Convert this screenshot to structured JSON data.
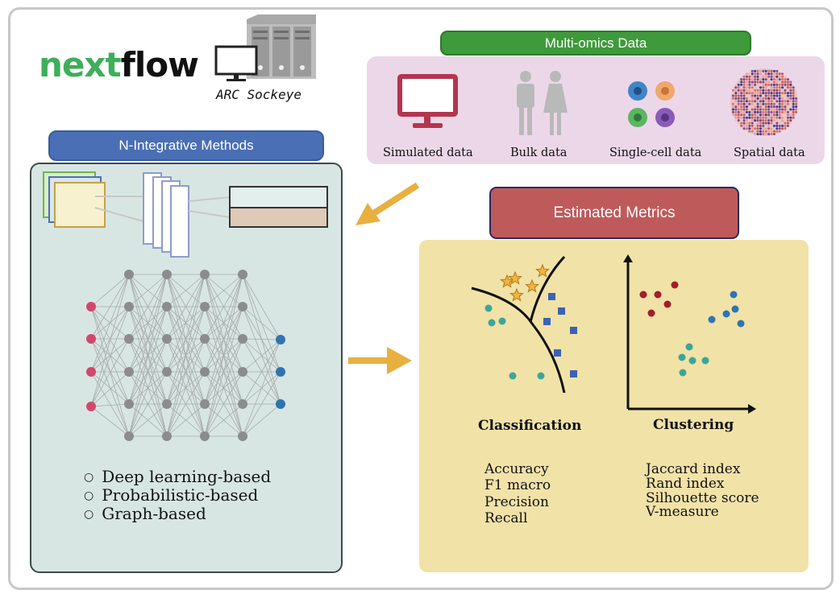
{
  "header": {
    "logo_part1": "next",
    "logo_part2": "flow",
    "server_label": "ARC Sockeye"
  },
  "omics": {
    "title": "Multi-omics Data",
    "items": [
      {
        "label": "Simulated data",
        "icon": "monitor-icon"
      },
      {
        "label": "Bulk data",
        "icon": "people-icon"
      },
      {
        "label": "Single-cell data",
        "icon": "cells-icon"
      },
      {
        "label": "Spatial data",
        "icon": "spatial-icon"
      }
    ]
  },
  "methods": {
    "title": "N-Integrative Methods",
    "items": [
      "Deep learning-based",
      "Probabilistic-based",
      "Graph-based"
    ]
  },
  "metrics": {
    "title": "Estimated Metrics",
    "classification": {
      "title": "Classification",
      "items": [
        "Accuracy",
        "F1 macro",
        "Precision",
        "Recall"
      ]
    },
    "clustering": {
      "title": "Clustering",
      "items": [
        "Jaccard index",
        "Rand index",
        "Silhouette score",
        "V-measure"
      ]
    }
  },
  "colors": {
    "green": "#3e9a3a",
    "blue": "#4a6fb5",
    "red": "#bf5a5a",
    "arrow": "#e8b040",
    "pink_panel": "#ecd7e9",
    "teal_panel": "#d8e6e3",
    "yellow_panel": "#f1e2a8"
  }
}
